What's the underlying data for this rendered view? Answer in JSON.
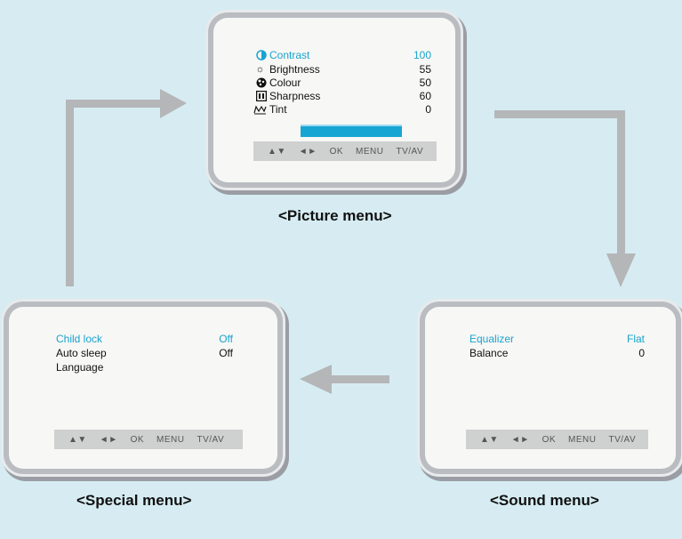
{
  "picture_menu": {
    "rows": [
      {
        "label": "Contrast",
        "value": "100",
        "icon": "contrast-icon"
      },
      {
        "label": "Brightness",
        "value": "55",
        "icon": "brightness-icon"
      },
      {
        "label": "Colour",
        "value": "50",
        "icon": "colour-icon"
      },
      {
        "label": "Sharpness",
        "value": "60",
        "icon": "sharpness-icon"
      },
      {
        "label": "Tint",
        "value": "0",
        "icon": "tint-icon"
      }
    ],
    "slider_level": 1.0,
    "nav": [
      "▲▼",
      "◄►",
      "OK",
      "MENU",
      "TV/AV"
    ],
    "caption": "<Picture menu>"
  },
  "sound_menu": {
    "rows": [
      {
        "label": "Equalizer",
        "value": "Flat"
      },
      {
        "label": "Balance",
        "value": "0"
      }
    ],
    "nav": [
      "▲▼",
      "◄►",
      "OK",
      "MENU",
      "TV/AV"
    ],
    "caption": "<Sound menu>"
  },
  "special_menu": {
    "rows": [
      {
        "label": "Child lock",
        "value": "Off"
      },
      {
        "label": "Auto sleep",
        "value": "Off"
      },
      {
        "label": "Language",
        "value": ""
      }
    ],
    "nav": [
      "▲▼",
      "◄►",
      "OK",
      "MENU",
      "TV/AV"
    ],
    "caption": "<Special menu>"
  },
  "colors": {
    "background": "#d6ecf2",
    "accent": "#1aa3cf",
    "arrow": "#b4b6b8",
    "navbar": "#cfd0d0"
  }
}
